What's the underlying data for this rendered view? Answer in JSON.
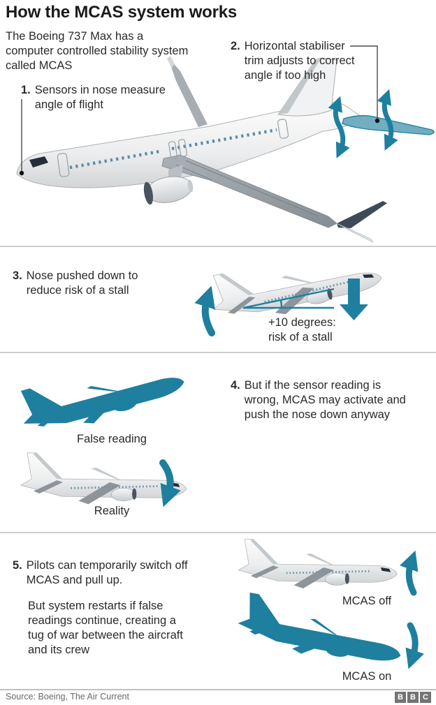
{
  "title": "How the MCAS system works",
  "intro": "The Boeing 737 Max has a\ncomputer controlled stability system\ncalled MCAS",
  "steps": {
    "s1": {
      "num": "1.",
      "text": "Sensors in nose measure\nangle of flight"
    },
    "s2": {
      "num": "2.",
      "text": "Horizontal stabiliser\ntrim adjusts to correct\nangle if too high"
    },
    "s3": {
      "num": "3.",
      "text": "Nose pushed down to\nreduce risk of a stall"
    },
    "s4": {
      "num": "4.",
      "text": "But if the sensor reading is\nwrong, MCAS may activate and\npush the nose down anyway"
    },
    "s5": {
      "num": "5.",
      "text": "Pilots can temporarily switch off\nMCAS and pull up.",
      "text2": "But system restarts if false\nreadings continue, creating a\ntug of war between the aircraft\nand its crew"
    }
  },
  "labels": {
    "angle_note": "+10 degrees:\nrisk of a stall",
    "false_reading": "False reading",
    "reality": "Reality",
    "mcas_off": "MCAS off",
    "mcas_on": "MCAS on"
  },
  "footer": {
    "source": "Source: Boeing, The Air Current",
    "logo_letters": [
      "B",
      "B",
      "C"
    ]
  },
  "icons": {
    "double_arrow": "double-headed-curved-arrow",
    "up_arrow": "curved-up-arrow",
    "down_arrow": "curved-down-arrow",
    "block_down_arrow": "thick-down-arrow",
    "angle_diagram": "angle-of-attack-wedge"
  },
  "colors": {
    "accent_teal": "#1e7f9f",
    "stabiliser_teal": "#72adc1",
    "text": "#2a2a2a",
    "divider": "#cdcdcd",
    "source_gray": "#696969",
    "bbc_block_gray": "#747474"
  }
}
